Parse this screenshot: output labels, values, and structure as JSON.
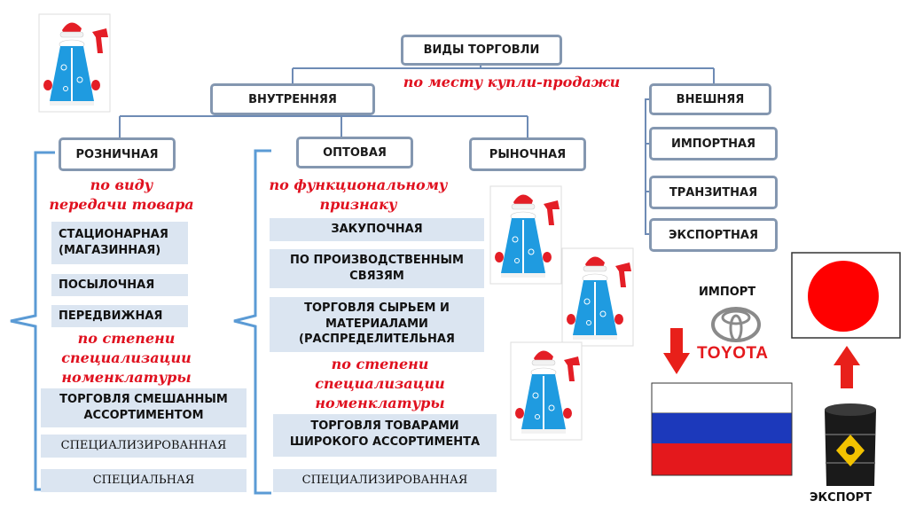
{
  "root": "ВИДЫ ТОРГОВЛИ",
  "criterion_place": "по месту купли-продажи",
  "internal": "ВНУТРЕННЯЯ",
  "external": "ВНЕШНЯЯ",
  "external_items": [
    "ИМПОРТНАЯ",
    "ТРАНЗИТНАЯ",
    "ЭКСПОРТНАЯ"
  ],
  "retail": {
    "title": "РОЗНИЧНАЯ",
    "criterion1": [
      "по виду",
      "передачи товара"
    ],
    "items1": [
      "СТАЦИОНАРНАЯ",
      "(МАГАЗИННАЯ)",
      "ПОСЫЛОЧНАЯ",
      "ПЕРЕДВИЖНАЯ"
    ],
    "criterion2": [
      "по степени",
      "специализации",
      "номенклатуры"
    ],
    "items2": [
      "ТОРГОВЛЯ СМЕШАННЫМ",
      "АССОРТИМЕНТОМ",
      "СПЕЦИАЛИЗИРОВАННАЯ",
      "СПЕЦИАЛЬНАЯ"
    ]
  },
  "wholesale": {
    "title": "ОПТОВАЯ",
    "criterion1": [
      "по функциональному",
      "признаку"
    ],
    "items1": [
      "ЗАКУПОЧНАЯ",
      "ПО ПРОИЗВОДСТВЕННЫМ",
      "СВЯЗЯМ",
      "ТОРГОВЛЯ СЫРЬЕМ И",
      "МАТЕРИАЛАМИ",
      "(РАСПРЕДЕЛИТЕЛЬНАЯ"
    ],
    "criterion2": [
      "по степени",
      "специализации",
      "номенклатуры"
    ],
    "items2": [
      "ТОРГОВЛЯ ТОВАРАМИ",
      "ШИРОКОГО АССОРТИМЕНТА",
      "СПЕЦИАЛИЗИРОВАННАЯ"
    ]
  },
  "market": "РЫНОЧНАЯ",
  "import_label": "ИМПОРТ",
  "export_label": "ЭКСПОРТ",
  "toyota_logo_text": "TOYOTA",
  "colors": {
    "box_border": "#8497b0",
    "cell_fill": "#dbe5f1",
    "criterion_red": "#e0111f",
    "connector": "#6e8bb5",
    "japan_red": "#ff0000",
    "arrow_red": "#e8201a"
  }
}
